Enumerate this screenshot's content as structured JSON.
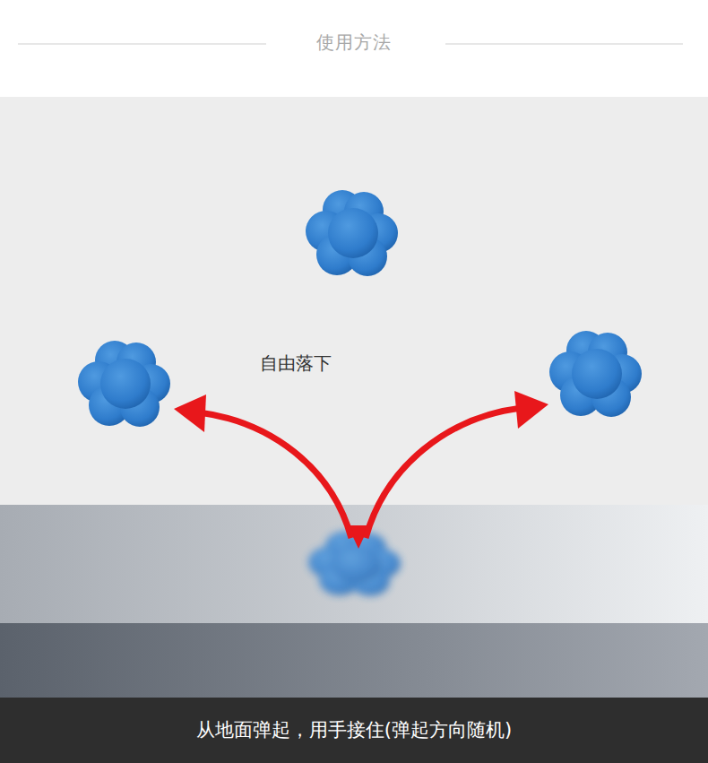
{
  "diagram": {
    "title": "使用方法",
    "caption": "从地面弹起，用手接住(弹起方向随机)",
    "labels": [
      "自由落下"
    ]
  }
}
